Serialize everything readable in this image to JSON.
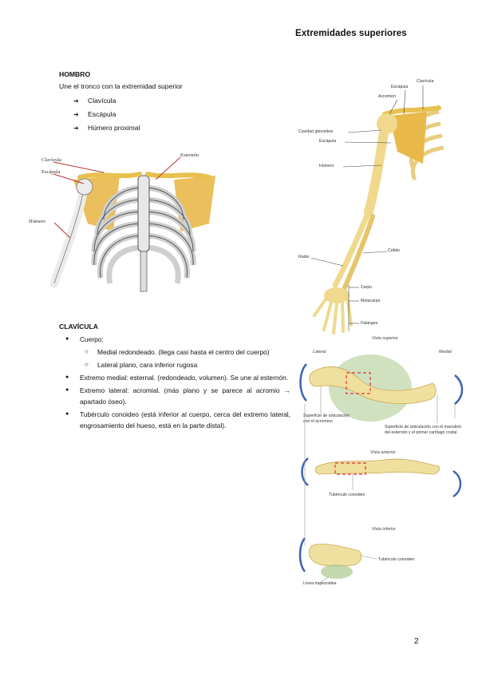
{
  "page_title": "Extremidades superiores",
  "hombro": {
    "heading": "HOMBRO",
    "intro": "Une el tronco con la extremidad superior",
    "items": [
      "Clavícula",
      "Escápula",
      "Húmero proximal"
    ]
  },
  "torso_figure": {
    "labels": {
      "clavicula": "Clavícula",
      "escapula": "Escápula",
      "humero": "Húmero",
      "esternon": "Esternón"
    }
  },
  "arm_figure": {
    "labels": {
      "escapula": "Escápula",
      "clavicula": "Clavícula",
      "acromion": "Acromion",
      "cavidad": "Cavidad glenoidea",
      "escapula2": "Escápula",
      "humero": "Húmero",
      "radio": "Radio",
      "cubito": "Cúbito",
      "carpo": "Carpo",
      "metacarpo": "Metacarpo",
      "falanges": "Falanges",
      "vista_superior": "Vista superior"
    }
  },
  "clavicle_figure": {
    "labels": {
      "lateral": "Lateral",
      "medial": "Medial",
      "sup_acromion": "Superficie de articulación con el acromion",
      "sup_esternon": "Superficie de articulación con el manubrio del esternón y el primer cartílago costal",
      "vista_anterior": "Vista anterior",
      "tuberculo": "Tubérculo conoideo",
      "vista_inferior": "Vista inferior",
      "tuberculo2": "Tubérculo conoideo",
      "linea": "Línea trapezoidea"
    }
  },
  "clavicula": {
    "heading": "CLAVÍCULA",
    "cuerpo": "Cuerpo:",
    "cuerpo_sub": [
      "Medial redondeado. (llega casi hasta el centro del cuerpo)",
      "Lateral plano, cara inferior rugosa"
    ],
    "bullets": [
      "Extremo medial: esternal. (redondeado, volumen). Se une al esternón.",
      "Extremo lateral: acromial. (más plano y se parece al acromio → apartado óseo).",
      "Tubérculo conoideo (está inferior al cuerpo, cerca del extremo lateral, engrosamiento del hueso, está en la parte distal)."
    ]
  },
  "page_number": "2",
  "colors": {
    "bone": "#f0e6b8",
    "bone_dark": "#d9b35a",
    "scapula": "#e8b84a",
    "highlight": "#a9c98a",
    "bracket": "#3b64b0",
    "dash": "#d33"
  }
}
